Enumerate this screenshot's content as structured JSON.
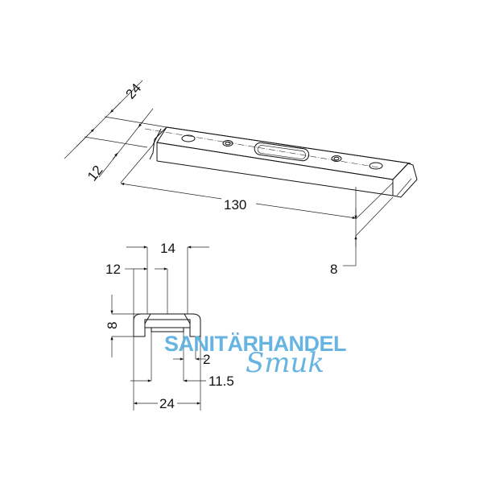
{
  "iso_view": {
    "dimensions": {
      "width_total": "24",
      "width_half": "12",
      "length": "130",
      "height": "8"
    }
  },
  "section_view": {
    "dimensions": {
      "top_width": "14",
      "inner_width": "12",
      "height": "8",
      "lip": "2",
      "slot": "11.5",
      "total_width": "24"
    }
  },
  "watermark": {
    "line1": "SANITÄRHANDEL",
    "line2": "Smuk",
    "color": "#5aaee0"
  }
}
